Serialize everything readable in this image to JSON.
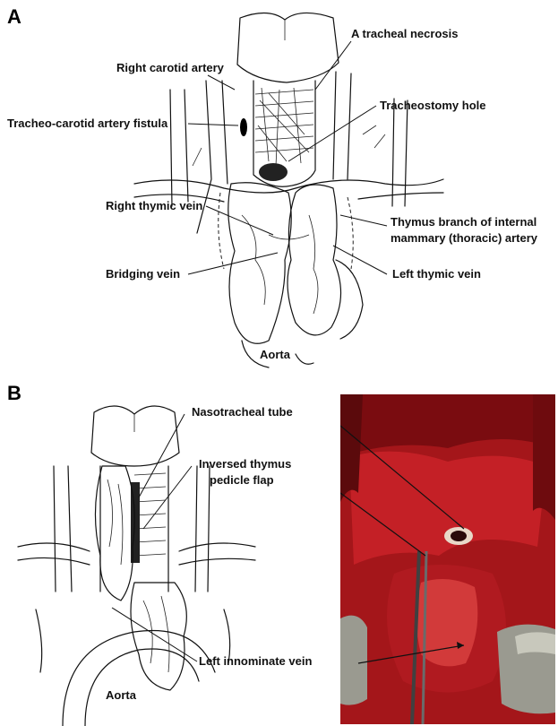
{
  "panel_a": {
    "letter": "A",
    "labels": {
      "tracheal_necrosis": "A tracheal necrosis",
      "right_carotid": "Right carotid artery",
      "fistula": "Tracheo-carotid artery fistula",
      "tracheostomy": "Tracheostomy hole",
      "right_thymic_vein": "Right thymic vein",
      "thymus_branch_1": "Thymus branch of internal",
      "thymus_branch_2": "mammary (thoracic) artery",
      "bridging_vein": "Bridging vein",
      "left_thymic_vein": "Left thymic vein",
      "aorta": "Aorta"
    }
  },
  "panel_b": {
    "letter": "B",
    "labels": {
      "nasotracheal_tube": "Nasotracheal tube",
      "inversed_1": "Inversed thymus",
      "inversed_2": "pedicle flap",
      "left_innominate": "Left innominate vein",
      "aorta": "Aorta"
    }
  },
  "colors": {
    "ink": "#111111",
    "tissue": "#a4161a",
    "tissue_dark": "#6e0b0e",
    "retractor": "#9a9a90"
  }
}
